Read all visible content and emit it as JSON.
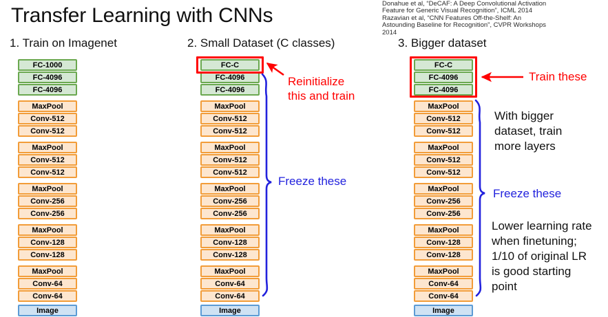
{
  "slide": {
    "title": "Transfer Learning with CNNs",
    "citation": [
      "Donahue et al, “DeCAF: A Deep Convolutional Activation",
      "Feature for Generic Visual Recognition”, ICML 2014",
      "Razavian et al, “CNN Features Off-the-Shelf: An",
      "Astounding Baseline for Recognition”, CVPR Workshops",
      "2014"
    ]
  },
  "colors": {
    "fc_fill": "#d5e8d4",
    "fc_border": "#6aa84f",
    "conv_fill": "#fde6cf",
    "conv_border": "#f29c38",
    "image_fill": "#cfe2f3",
    "image_border": "#5b9bd5",
    "highlight": "#ff0000",
    "brace": "#2222dd",
    "note_red": "#ff0000",
    "note_blue": "#2222dd",
    "note_black": "#111111"
  },
  "columns": [
    {
      "id": "train-on-imagenet",
      "heading": "1. Train on Imagenet",
      "layers": [
        {
          "label": "FC-1000",
          "kind": "fc",
          "gap": false
        },
        {
          "label": "FC-4096",
          "kind": "fc",
          "gap": false
        },
        {
          "label": "FC-4096",
          "kind": "fc",
          "gap": true
        },
        {
          "label": "MaxPool",
          "kind": "conv",
          "gap": false
        },
        {
          "label": "Conv-512",
          "kind": "conv",
          "gap": false
        },
        {
          "label": "Conv-512",
          "kind": "conv",
          "gap": true
        },
        {
          "label": "MaxPool",
          "kind": "conv",
          "gap": false
        },
        {
          "label": "Conv-512",
          "kind": "conv",
          "gap": false
        },
        {
          "label": "Conv-512",
          "kind": "conv",
          "gap": true
        },
        {
          "label": "MaxPool",
          "kind": "conv",
          "gap": false
        },
        {
          "label": "Conv-256",
          "kind": "conv",
          "gap": false
        },
        {
          "label": "Conv-256",
          "kind": "conv",
          "gap": true
        },
        {
          "label": "MaxPool",
          "kind": "conv",
          "gap": false
        },
        {
          "label": "Conv-128",
          "kind": "conv",
          "gap": false
        },
        {
          "label": "Conv-128",
          "kind": "conv",
          "gap": true
        },
        {
          "label": "MaxPool",
          "kind": "conv",
          "gap": false
        },
        {
          "label": "Conv-64",
          "kind": "conv",
          "gap": false
        },
        {
          "label": "Conv-64",
          "kind": "conv",
          "gap": false
        },
        {
          "label": "Image",
          "kind": "img",
          "gap": false
        }
      ]
    },
    {
      "id": "small-dataset",
      "heading": "2. Small Dataset (C classes)",
      "layers": [
        {
          "label": "FC-C",
          "kind": "fc",
          "gap": false
        },
        {
          "label": "FC-4096",
          "kind": "fc",
          "gap": false
        },
        {
          "label": "FC-4096",
          "kind": "fc",
          "gap": true
        },
        {
          "label": "MaxPool",
          "kind": "conv",
          "gap": false
        },
        {
          "label": "Conv-512",
          "kind": "conv",
          "gap": false
        },
        {
          "label": "Conv-512",
          "kind": "conv",
          "gap": true
        },
        {
          "label": "MaxPool",
          "kind": "conv",
          "gap": false
        },
        {
          "label": "Conv-512",
          "kind": "conv",
          "gap": false
        },
        {
          "label": "Conv-512",
          "kind": "conv",
          "gap": true
        },
        {
          "label": "MaxPool",
          "kind": "conv",
          "gap": false
        },
        {
          "label": "Conv-256",
          "kind": "conv",
          "gap": false
        },
        {
          "label": "Conv-256",
          "kind": "conv",
          "gap": true
        },
        {
          "label": "MaxPool",
          "kind": "conv",
          "gap": false
        },
        {
          "label": "Conv-128",
          "kind": "conv",
          "gap": false
        },
        {
          "label": "Conv-128",
          "kind": "conv",
          "gap": true
        },
        {
          "label": "MaxPool",
          "kind": "conv",
          "gap": false
        },
        {
          "label": "Conv-64",
          "kind": "conv",
          "gap": false
        },
        {
          "label": "Conv-64",
          "kind": "conv",
          "gap": false
        },
        {
          "label": "Image",
          "kind": "img",
          "gap": false
        }
      ]
    },
    {
      "id": "bigger-dataset",
      "heading": "3. Bigger dataset",
      "layers": [
        {
          "label": "FC-C",
          "kind": "fc",
          "gap": false
        },
        {
          "label": "FC-4096",
          "kind": "fc",
          "gap": false
        },
        {
          "label": "FC-4096",
          "kind": "fc",
          "gap": true
        },
        {
          "label": "MaxPool",
          "kind": "conv",
          "gap": false
        },
        {
          "label": "Conv-512",
          "kind": "conv",
          "gap": false
        },
        {
          "label": "Conv-512",
          "kind": "conv",
          "gap": true
        },
        {
          "label": "MaxPool",
          "kind": "conv",
          "gap": false
        },
        {
          "label": "Conv-512",
          "kind": "conv",
          "gap": false
        },
        {
          "label": "Conv-512",
          "kind": "conv",
          "gap": true
        },
        {
          "label": "MaxPool",
          "kind": "conv",
          "gap": false
        },
        {
          "label": "Conv-256",
          "kind": "conv",
          "gap": false
        },
        {
          "label": "Conv-256",
          "kind": "conv",
          "gap": true
        },
        {
          "label": "MaxPool",
          "kind": "conv",
          "gap": false
        },
        {
          "label": "Conv-128",
          "kind": "conv",
          "gap": false
        },
        {
          "label": "Conv-128",
          "kind": "conv",
          "gap": true
        },
        {
          "label": "MaxPool",
          "kind": "conv",
          "gap": false
        },
        {
          "label": "Conv-64",
          "kind": "conv",
          "gap": false
        },
        {
          "label": "Conv-64",
          "kind": "conv",
          "gap": false
        },
        {
          "label": "Image",
          "kind": "img",
          "gap": false
        }
      ]
    }
  ],
  "annotations": {
    "reinitialize": "Reinitialize\nthis and train",
    "freeze_small": "Freeze these",
    "train_these": "Train these",
    "with_bigger": "With bigger\ndataset, train\nmore layers",
    "freeze_big": "Freeze these",
    "lower_lr": "Lower learning rate\nwhen finetuning;\n1/10 of original LR\nis good starting\npoint"
  }
}
